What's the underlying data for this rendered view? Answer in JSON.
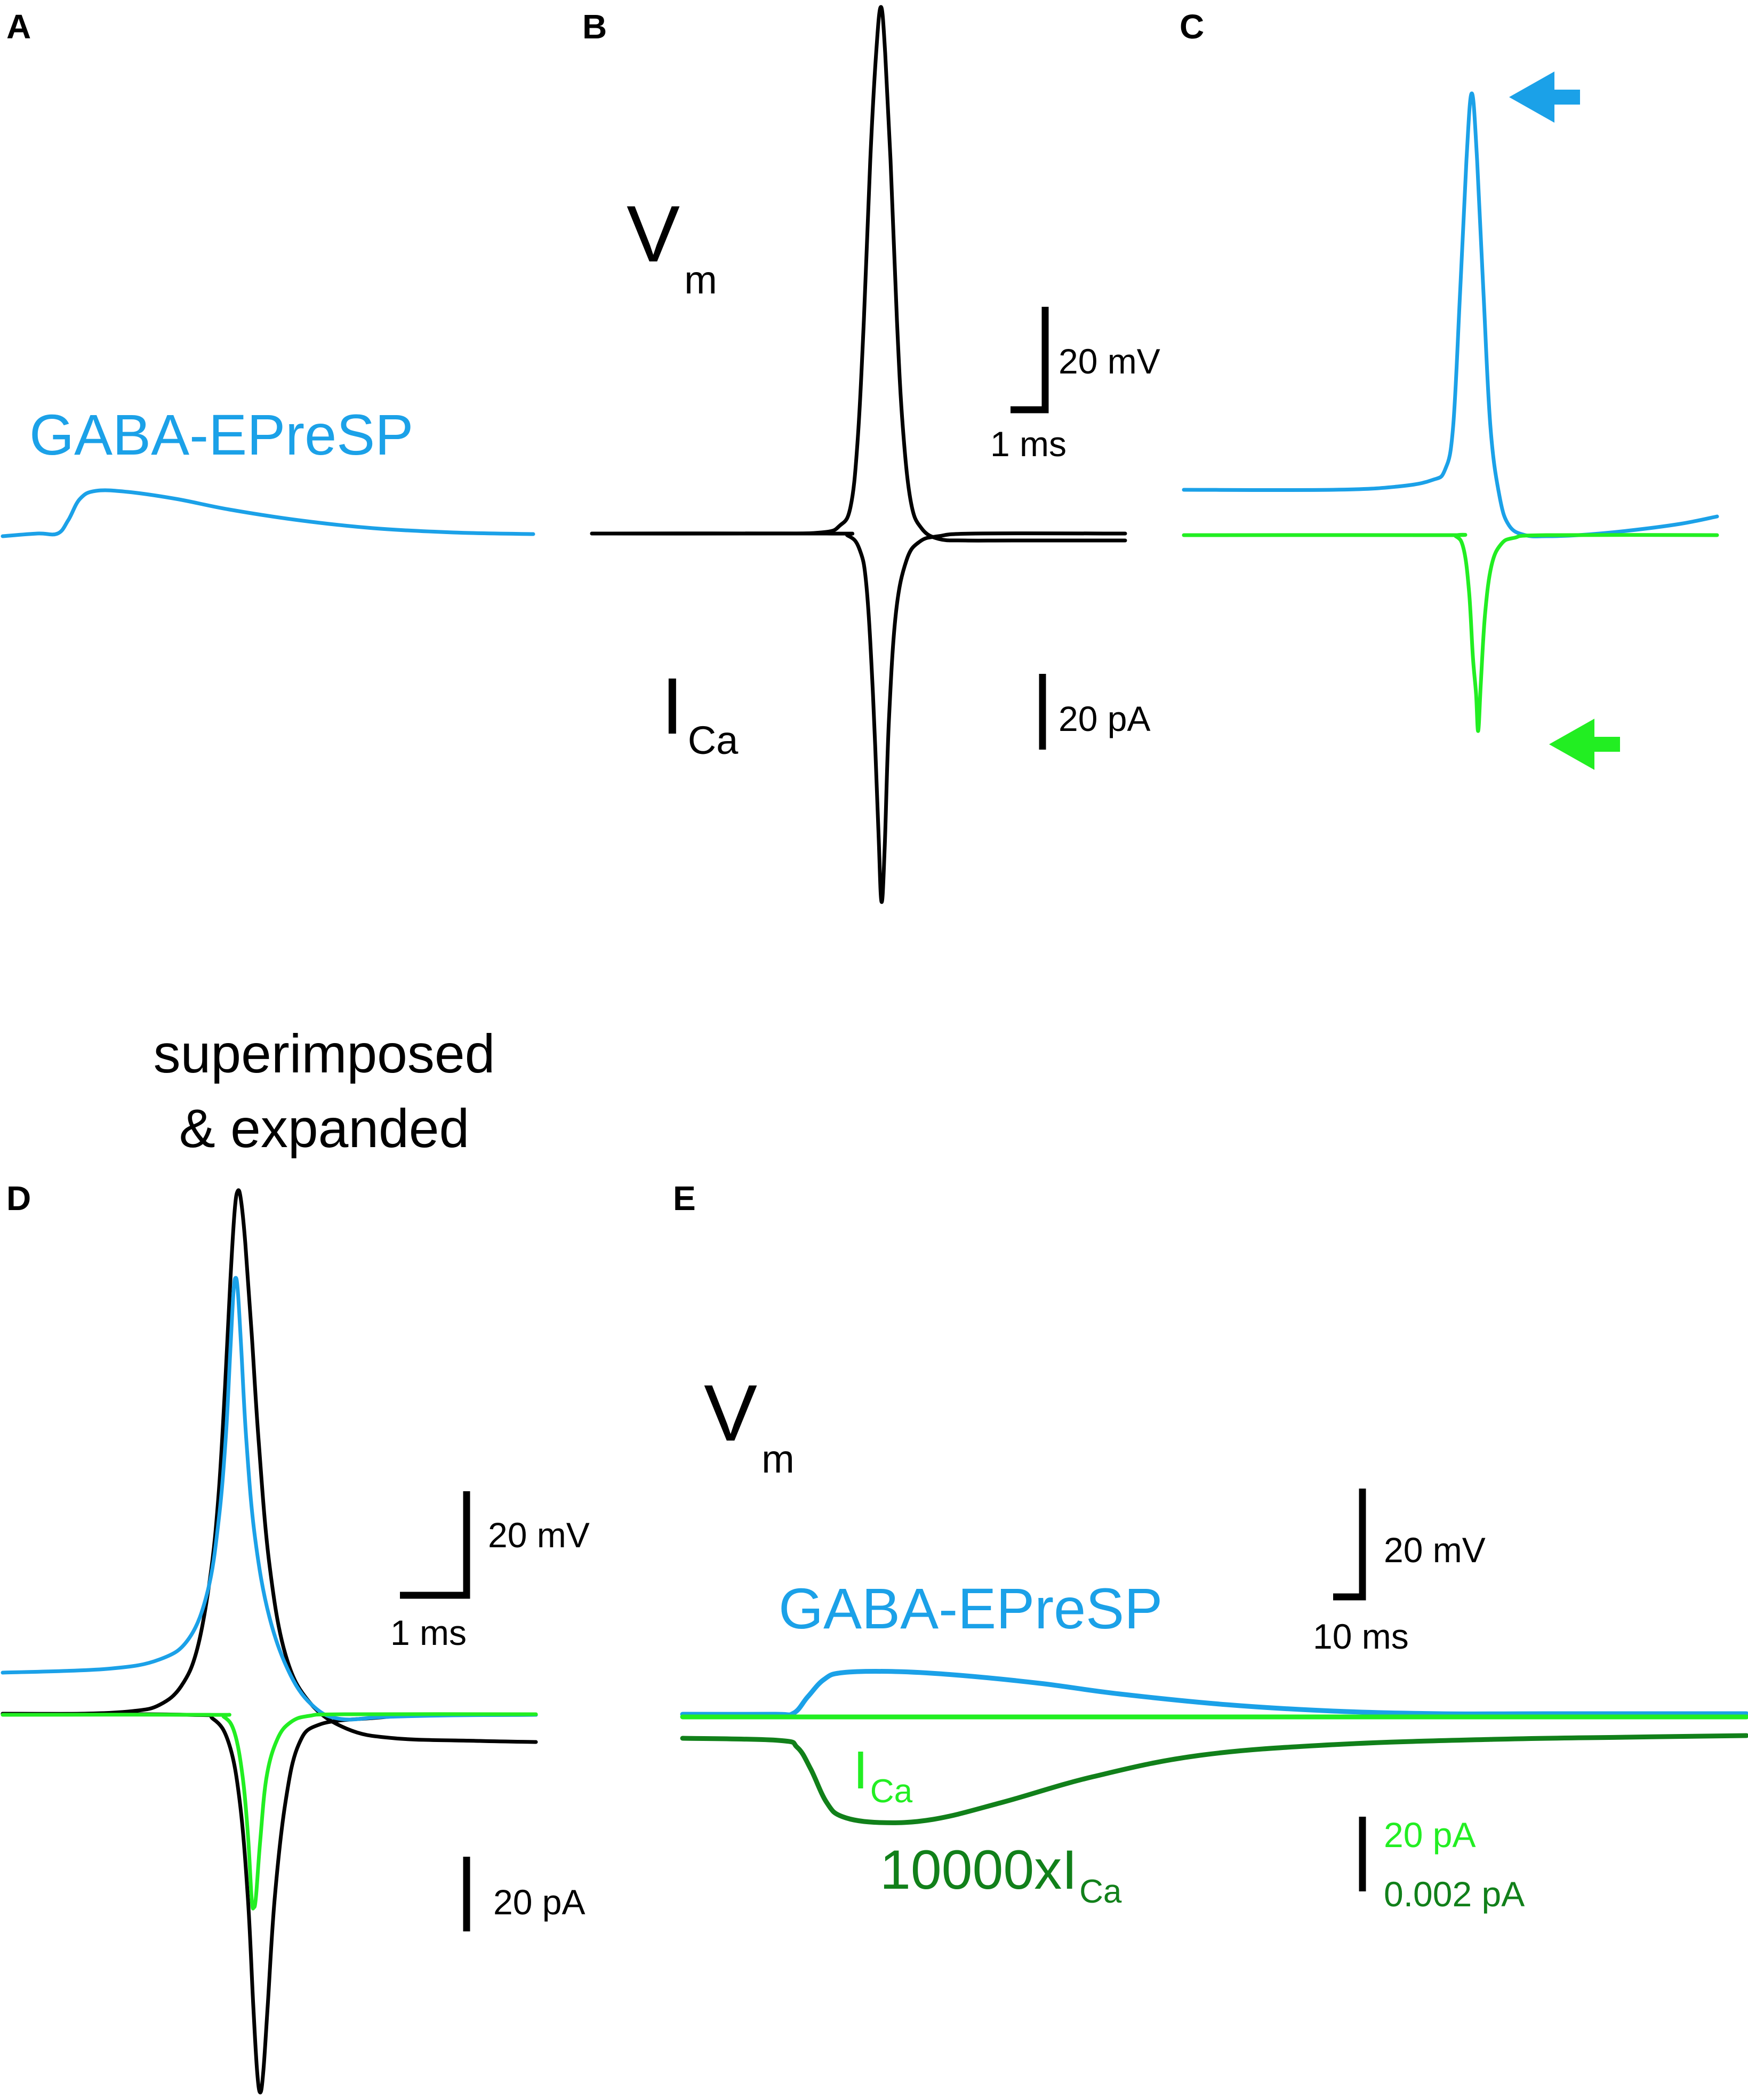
{
  "colors": {
    "gaba": "#1ba1e8",
    "ica": "#22ee22",
    "ica_scaled": "#11801a",
    "vm": "#000000",
    "black": "#000000"
  },
  "panels": {
    "A": {
      "letter": "A",
      "trace_label": "GABA-EPreSP"
    },
    "B": {
      "letter": "B",
      "vm_label": "V",
      "vm_sub": "m",
      "ica_label": "I",
      "ica_sub": "Ca",
      "scale_v": "20 mV",
      "scale_t": "1 ms",
      "scale_i": "20 pA"
    },
    "C": {
      "letter": "C",
      "arrows": [
        "arrow-left-icon",
        "arrow-left-icon"
      ]
    },
    "D": {
      "letter": "D",
      "title_line1": "superimposed",
      "title_line2": "& expanded",
      "scale_v": "20 mV",
      "scale_t": "1 ms",
      "scale_i": "20 pA"
    },
    "E": {
      "letter": "E",
      "vm_label": "V",
      "vm_sub": "m",
      "gaba_label": "GABA-EPreSP",
      "ica_label": "I",
      "ica_sub": "Ca",
      "scaled_label": "10000xI",
      "scaled_sub": "Ca",
      "scale_v": "20 mV",
      "scale_t": "10 ms",
      "scale_i1": "20 pA",
      "scale_i2": "0.002 pA"
    }
  },
  "chart_data": [
    {
      "panel": "A",
      "type": "line",
      "title": "",
      "series": [
        {
          "name": "GABA-EPreSP",
          "color": "#1ba1e8",
          "x": [
            0,
            5,
            8,
            11,
            14,
            20,
            30,
            45,
            60,
            80,
            100
          ],
          "y": [
            0,
            1,
            7,
            11,
            12,
            11.6,
            9.5,
            6.2,
            3.6,
            1.5,
            0.5
          ]
        }
      ]
    },
    {
      "panel": "B",
      "type": "line",
      "title": "",
      "series": [
        {
          "name": "V",
          "x": [
            0,
            3.5,
            4.2,
            4.5,
            4.8,
            5.2,
            6,
            10
          ],
          "y": [
            0,
            2,
            10,
            40,
            100,
            40,
            -3,
            -3
          ]
        },
        {
          "name": "I",
          "x": [
            0,
            3.5,
            4.4,
            4.7,
            5.0,
            5.6,
            6.5,
            10
          ],
          "y": [
            0,
            0,
            -4,
            -12,
            -14,
            -5,
            -0.5,
            0
          ]
        }
      ]
    },
    {
      "panel": "C",
      "type": "line",
      "title": "",
      "series": [
        {
          "name": "",
          "color": "#1ba1e8",
          "x": [
            0,
            3.5,
            4.6,
            5.0,
            5.5,
            6.5,
            10
          ],
          "y": [
            9,
            10,
            30,
            80,
            30,
            1,
            4
          ]
        },
        {
          "name": "",
          "color": "#22ee22",
          "x": [
            0,
            3.8,
            4.6,
            5.0,
            5.4,
            6.0,
            10
          ],
          "y": [
            0,
            0,
            -6,
            -11,
            -5,
            0,
            0
          ]
        }
      ]
    },
    {
      "panel": "D",
      "type": "line",
      "title": "superimposed & expanded",
      "series": [
        {
          "name": "",
          "color": "#000000"
        },
        {
          "name": "",
          "color": "#1ba1e8"
        },
        {
          "name": "",
          "color": "#22ee22"
        }
      ]
    },
    {
      "panel": "E",
      "type": "line",
      "title": "",
      "series": [
        {
          "name": "GABA-EPreSP",
          "color": "#1ba1e8"
        },
        {
          "name": "I",
          "color": "#22ee22"
        },
        {
          "name": "10000xI",
          "color": "#11801a"
        }
      ]
    }
  ]
}
